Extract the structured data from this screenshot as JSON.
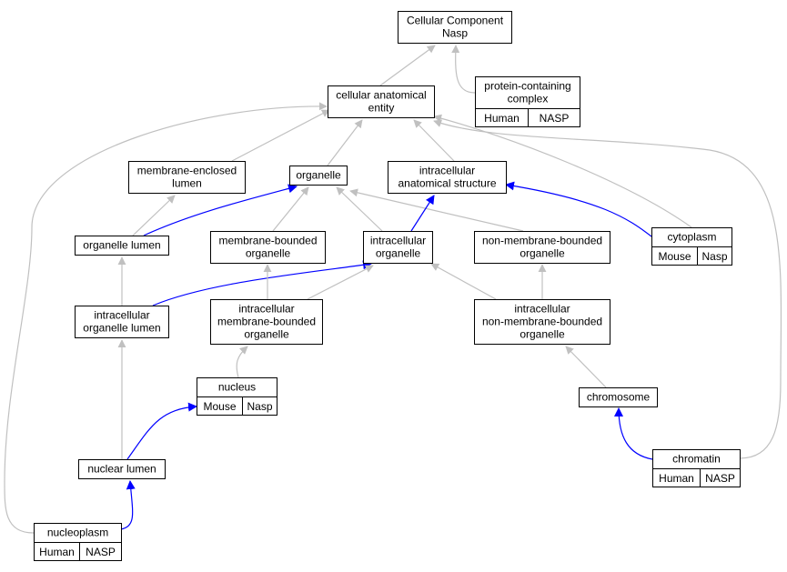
{
  "colors": {
    "edge_default": "#c0c0c0",
    "edge_highlight": "#0000ff",
    "badge_human": "#f4644a",
    "badge_mouse": "#add8e6",
    "node_border": "#000000",
    "node_fill": "#ffffff"
  },
  "nodes": [
    {
      "id": "cellular_component",
      "lines": [
        "Cellular Component",
        "Nasp"
      ],
      "badges": []
    },
    {
      "id": "protein_containing_complex",
      "lines": [
        "protein-containing",
        "complex"
      ],
      "badges": [
        {
          "label": "Human",
          "kind": "human"
        },
        {
          "label": "NASP",
          "kind": "human"
        }
      ]
    },
    {
      "id": "cellular_anatomical_entity",
      "lines": [
        "cellular anatomical",
        "entity"
      ],
      "badges": []
    },
    {
      "id": "membrane_enclosed_lumen",
      "lines": [
        "membrane-enclosed",
        "lumen"
      ],
      "badges": []
    },
    {
      "id": "organelle",
      "lines": [
        "organelle"
      ],
      "badges": []
    },
    {
      "id": "intracellular_anatomical_structure",
      "lines": [
        "intracellular",
        "anatomical structure"
      ],
      "badges": []
    },
    {
      "id": "cytoplasm",
      "lines": [
        "cytoplasm"
      ],
      "badges": [
        {
          "label": "Mouse",
          "kind": "mouse"
        },
        {
          "label": "Nasp",
          "kind": "mouse"
        }
      ]
    },
    {
      "id": "organelle_lumen",
      "lines": [
        "organelle lumen"
      ],
      "badges": []
    },
    {
      "id": "membrane_bounded_organelle",
      "lines": [
        "membrane-bounded",
        "organelle"
      ],
      "badges": []
    },
    {
      "id": "intracellular_organelle",
      "lines": [
        "intracellular",
        "organelle"
      ],
      "badges": []
    },
    {
      "id": "non_membrane_bounded_organelle",
      "lines": [
        "non-membrane-bounded",
        "organelle"
      ],
      "badges": []
    },
    {
      "id": "intracellular_organelle_lumen",
      "lines": [
        "intracellular",
        "organelle lumen"
      ],
      "badges": []
    },
    {
      "id": "intracellular_membrane_bounded_organelle",
      "lines": [
        "intracellular",
        "membrane-bounded",
        "organelle"
      ],
      "badges": []
    },
    {
      "id": "intracellular_non_membrane_bounded_organelle",
      "lines": [
        "intracellular",
        "non-membrane-bounded",
        "organelle"
      ],
      "badges": []
    },
    {
      "id": "nucleus",
      "lines": [
        "nucleus"
      ],
      "badges": [
        {
          "label": "Mouse",
          "kind": "mouse"
        },
        {
          "label": "Nasp",
          "kind": "mouse"
        }
      ]
    },
    {
      "id": "chromosome",
      "lines": [
        "chromosome"
      ],
      "badges": []
    },
    {
      "id": "nuclear_lumen",
      "lines": [
        "nuclear lumen"
      ],
      "badges": []
    },
    {
      "id": "chromatin",
      "lines": [
        "chromatin"
      ],
      "badges": [
        {
          "label": "Human",
          "kind": "human"
        },
        {
          "label": "NASP",
          "kind": "human"
        }
      ]
    },
    {
      "id": "nucleoplasm",
      "lines": [
        "nucleoplasm"
      ],
      "badges": [
        {
          "label": "Human",
          "kind": "human"
        },
        {
          "label": "NASP",
          "kind": "human"
        }
      ]
    }
  ],
  "edges": [
    {
      "from": "protein_containing_complex",
      "to": "cellular_component",
      "highlight": false
    },
    {
      "from": "cellular_anatomical_entity",
      "to": "cellular_component",
      "highlight": false
    },
    {
      "from": "membrane_enclosed_lumen",
      "to": "cellular_anatomical_entity",
      "highlight": false
    },
    {
      "from": "organelle",
      "to": "cellular_anatomical_entity",
      "highlight": false
    },
    {
      "from": "intracellular_anatomical_structure",
      "to": "cellular_anatomical_entity",
      "highlight": false
    },
    {
      "from": "cytoplasm",
      "to": "cellular_anatomical_entity",
      "highlight": false
    },
    {
      "from": "chromatin",
      "to": "cellular_anatomical_entity",
      "highlight": false
    },
    {
      "from": "nucleoplasm",
      "to": "cellular_anatomical_entity",
      "highlight": false
    },
    {
      "from": "organelle_lumen",
      "to": "membrane_enclosed_lumen",
      "highlight": false
    },
    {
      "from": "organelle_lumen",
      "to": "organelle",
      "highlight": true
    },
    {
      "from": "membrane_bounded_organelle",
      "to": "organelle",
      "highlight": false
    },
    {
      "from": "intracellular_organelle",
      "to": "organelle",
      "highlight": false
    },
    {
      "from": "non_membrane_bounded_organelle",
      "to": "organelle",
      "highlight": false
    },
    {
      "from": "intracellular_organelle",
      "to": "intracellular_anatomical_structure",
      "highlight": true
    },
    {
      "from": "cytoplasm",
      "to": "intracellular_anatomical_structure",
      "highlight": true
    },
    {
      "from": "intracellular_organelle_lumen",
      "to": "organelle_lumen",
      "highlight": false
    },
    {
      "from": "intracellular_organelle_lumen",
      "to": "intracellular_organelle",
      "highlight": true
    },
    {
      "from": "intracellular_membrane_bounded_organelle",
      "to": "membrane_bounded_organelle",
      "highlight": false
    },
    {
      "from": "intracellular_membrane_bounded_organelle",
      "to": "intracellular_organelle",
      "highlight": false
    },
    {
      "from": "intracellular_non_membrane_bounded_organelle",
      "to": "intracellular_organelle",
      "highlight": false
    },
    {
      "from": "intracellular_non_membrane_bounded_organelle",
      "to": "non_membrane_bounded_organelle",
      "highlight": false
    },
    {
      "from": "nucleus",
      "to": "intracellular_membrane_bounded_organelle",
      "highlight": false
    },
    {
      "from": "chromosome",
      "to": "intracellular_non_membrane_bounded_organelle",
      "highlight": false
    },
    {
      "from": "nuclear_lumen",
      "to": "intracellular_organelle_lumen",
      "highlight": false
    },
    {
      "from": "nuclear_lumen",
      "to": "nucleus",
      "highlight": true
    },
    {
      "from": "chromatin",
      "to": "chromosome",
      "highlight": true
    },
    {
      "from": "nucleoplasm",
      "to": "nuclear_lumen",
      "highlight": true
    }
  ]
}
